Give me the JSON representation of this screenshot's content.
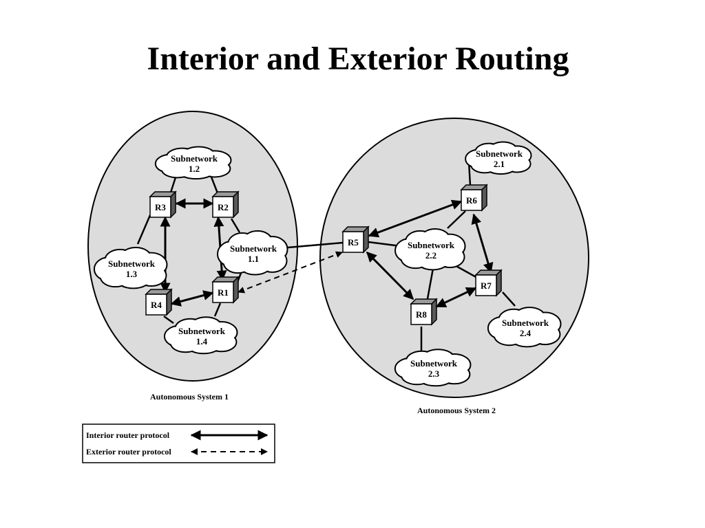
{
  "title": "Interior and Exterior Routing",
  "autonomous_systems": [
    {
      "label": "Autonomous System 1"
    },
    {
      "label": "Autonomous System 2"
    }
  ],
  "routers": {
    "R1": "R1",
    "R2": "R2",
    "R3": "R3",
    "R4": "R4",
    "R5": "R5",
    "R6": "R6",
    "R7": "R7",
    "R8": "R8"
  },
  "subnetworks": {
    "s1_1": {
      "name": "Subnetwork",
      "id": "1.1"
    },
    "s1_2": {
      "name": "Subnetwork",
      "id": "1.2"
    },
    "s1_3": {
      "name": "Subnetwork",
      "id": "1.3"
    },
    "s1_4": {
      "name": "Subnetwork",
      "id": "1.4"
    },
    "s2_1": {
      "name": "Subnetwork",
      "id": "2.1"
    },
    "s2_2": {
      "name": "Subnetwork",
      "id": "2.2"
    },
    "s2_3": {
      "name": "Subnetwork",
      "id": "2.3"
    },
    "s2_4": {
      "name": "Subnetwork",
      "id": "2.4"
    }
  },
  "legend": {
    "interior": "Interior router protocol",
    "exterior": "Exterior router protocol"
  },
  "colors": {
    "as_fill": "#dcdcdc",
    "cloud_fill": "#ffffff",
    "router_front": "#ffffff",
    "router_side": "#5a5a5a",
    "line": "#000000"
  }
}
